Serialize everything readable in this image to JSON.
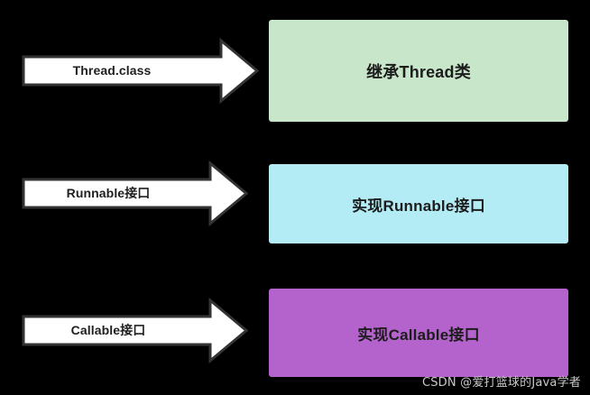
{
  "diagram": {
    "background_color": "#000000",
    "title_text": "",
    "rows": [
      {
        "arrow_label": "Thread.class",
        "box_label": "继承Thread类",
        "box_color": "#c8e6c9",
        "arrow_fill": "#ffffff",
        "arrow_stroke": "#333333"
      },
      {
        "arrow_label": "Runnable接口",
        "box_label": "实现Runnable接口",
        "box_color": "#b3ecf5",
        "arrow_fill": "#ffffff",
        "arrow_stroke": "#333333"
      },
      {
        "arrow_label": "Callable接口",
        "box_label": "实现Callable接口",
        "box_color": "#b563cc",
        "arrow_fill": "#ffffff",
        "arrow_stroke": "#333333"
      }
    ],
    "watermark": "CSDN @爱打篮球的Java学者"
  }
}
